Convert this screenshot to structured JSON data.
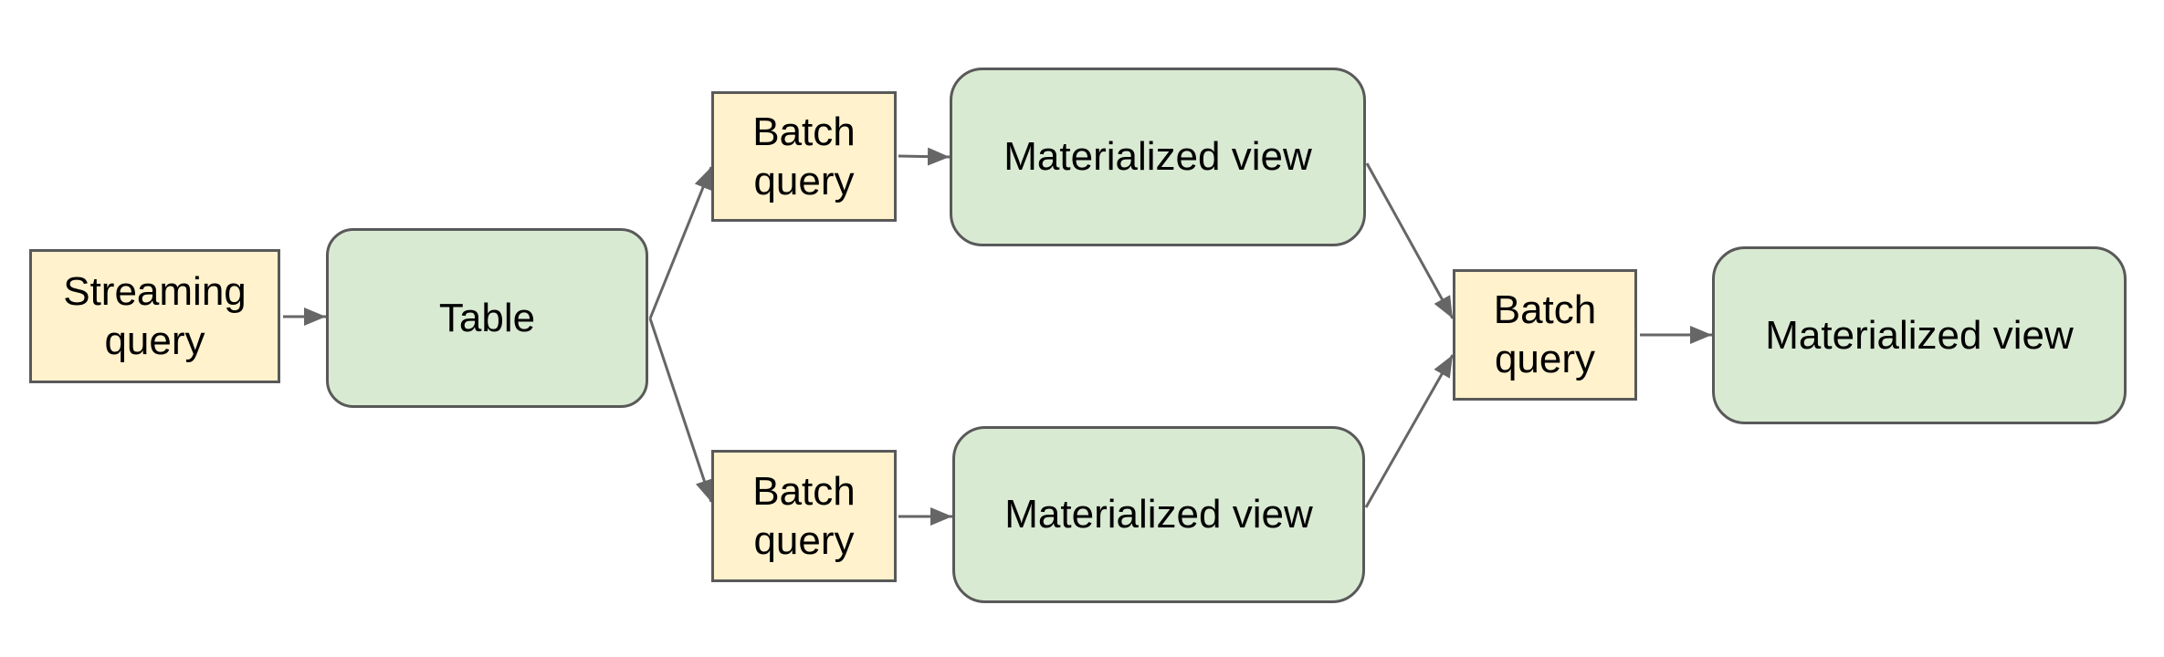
{
  "diagram": {
    "background": "#ffffff",
    "colors": {
      "yellow_fill": "#fff2cc",
      "green_fill": "#d9ead3",
      "box_border": "#595959",
      "arrow": "#666666",
      "text": "#000000"
    },
    "nodes": [
      {
        "id": "streaming-query",
        "label": "Streaming query",
        "shape": "rectangle",
        "fill": "yellow"
      },
      {
        "id": "table",
        "label": "Table",
        "shape": "rounded",
        "fill": "green"
      },
      {
        "id": "batch-query-top",
        "label": "Batch query",
        "shape": "rectangle",
        "fill": "yellow"
      },
      {
        "id": "materialized-view-top",
        "label": "Materialized view",
        "shape": "rounded",
        "fill": "green"
      },
      {
        "id": "batch-query-bottom",
        "label": "Batch query",
        "shape": "rectangle",
        "fill": "yellow"
      },
      {
        "id": "materialized-view-bottom",
        "label": "Materialized view",
        "shape": "rounded",
        "fill": "green"
      },
      {
        "id": "batch-query-right",
        "label": "Batch query",
        "shape": "rectangle",
        "fill": "yellow"
      },
      {
        "id": "materialized-view-right",
        "label": "Materialized view",
        "shape": "rounded",
        "fill": "green"
      }
    ],
    "edges": [
      {
        "from": "streaming-query",
        "to": "table"
      },
      {
        "from": "table",
        "to": "batch-query-top"
      },
      {
        "from": "table",
        "to": "batch-query-bottom"
      },
      {
        "from": "batch-query-top",
        "to": "materialized-view-top"
      },
      {
        "from": "batch-query-bottom",
        "to": "materialized-view-bottom"
      },
      {
        "from": "materialized-view-top",
        "to": "batch-query-right"
      },
      {
        "from": "materialized-view-bottom",
        "to": "batch-query-right"
      },
      {
        "from": "batch-query-right",
        "to": "materialized-view-right"
      }
    ]
  }
}
